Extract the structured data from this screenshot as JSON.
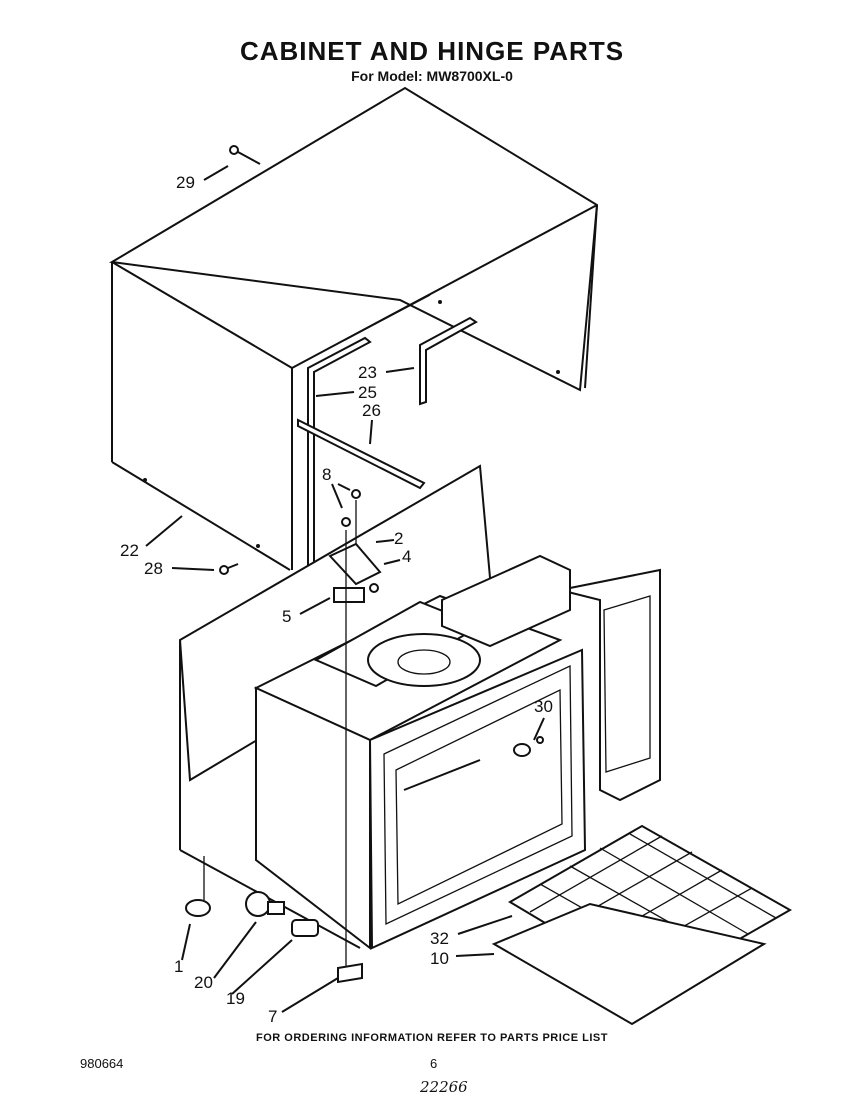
{
  "title": "CABINET AND HINGE PARTS",
  "subtitle": "For Model: MW8700XL-0",
  "footer": "FOR ORDERING INFORMATION REFER TO PARTS PRICE LIST",
  "doc_number": "980664",
  "page_number": "6",
  "handwritten_note": "22266",
  "callouts": {
    "c29": "29",
    "c23": "23",
    "c25": "25",
    "c26": "26",
    "c8": "8",
    "c2": "2",
    "c4": "4",
    "c22": "22",
    "c28": "28",
    "c5": "5",
    "c30": "30",
    "c32": "32",
    "c10": "10",
    "c1": "1",
    "c20": "20",
    "c19": "19",
    "c7": "7"
  }
}
